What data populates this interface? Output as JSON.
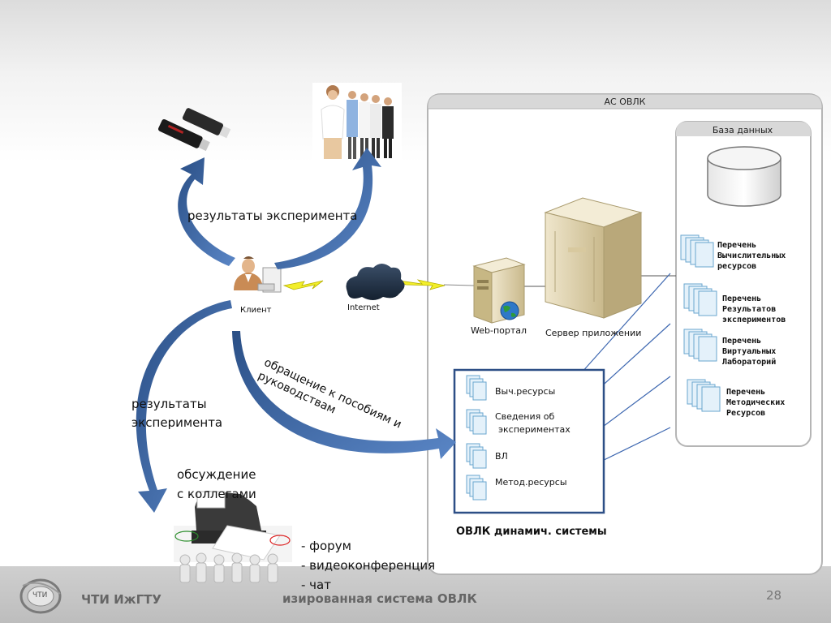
{
  "system": {
    "title": "АС ОВЛК",
    "database_title": "База данных",
    "database_items": [
      {
        "lines": [
          "Перечень",
          "Вычислительных",
          "ресурсов"
        ]
      },
      {
        "lines": [
          "Перечень",
          "Результатов",
          "экспериментов"
        ]
      },
      {
        "lines": [
          "Перечень",
          "Виртуальных",
          "Лабораторий"
        ]
      },
      {
        "lines": [
          "Перечень",
          "Методических",
          "Ресурсов"
        ]
      }
    ],
    "web_portal": "Web-портал",
    "app_server": "Сервер приложении",
    "dynamic_box_items": [
      "Выч.ресурсы",
      "Сведения об",
      "экспериментах",
      "ВЛ",
      "Метод.ресурсы"
    ],
    "dynamic_box_caption": "ОВЛК динамич. системы"
  },
  "client": {
    "label": "Клиент",
    "internet": "Internet"
  },
  "labels": {
    "results_top": "результаты эксперимента",
    "results_left_1": "результаты",
    "results_left_2": "эксперимента",
    "appeal_1": "обращение к пособиям и",
    "appeal_2": "руководствам",
    "discussion_1": "обсуждение",
    "discussion_2": "с коллегами"
  },
  "channels": [
    "- форум",
    "- видеоконференция",
    "- чат"
  ],
  "footer": {
    "logo_text": "ЧТИ",
    "org": "ЧТИ ИжГТУ",
    "subtitle": "изированная система ОВЛК",
    "page_number": "28"
  }
}
